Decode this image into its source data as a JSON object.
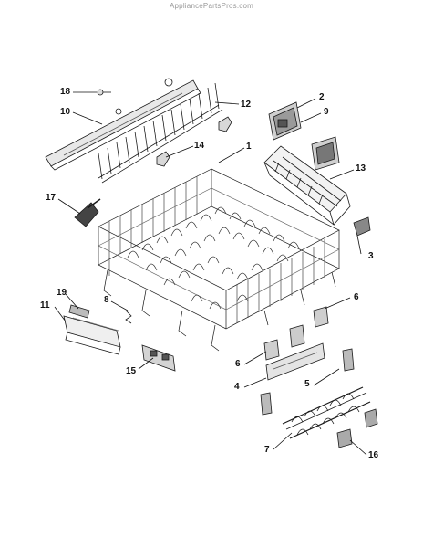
{
  "watermark": "AppliancePartsPros.com",
  "callouts": {
    "c1": "1",
    "c2": "2",
    "c3": "3",
    "c4": "4",
    "c5": "5",
    "c6a": "6",
    "c6b": "6",
    "c7": "7",
    "c8": "8",
    "c9": "9",
    "c10": "10",
    "c11": "11",
    "c12": "12",
    "c13": "13",
    "c14": "14",
    "c15": "15",
    "c16": "16",
    "c17": "17",
    "c18": "18",
    "c19": "19"
  },
  "colors": {
    "line": "#1a1a1a",
    "light": "#cfcfcf",
    "mid": "#8a8a8a"
  }
}
